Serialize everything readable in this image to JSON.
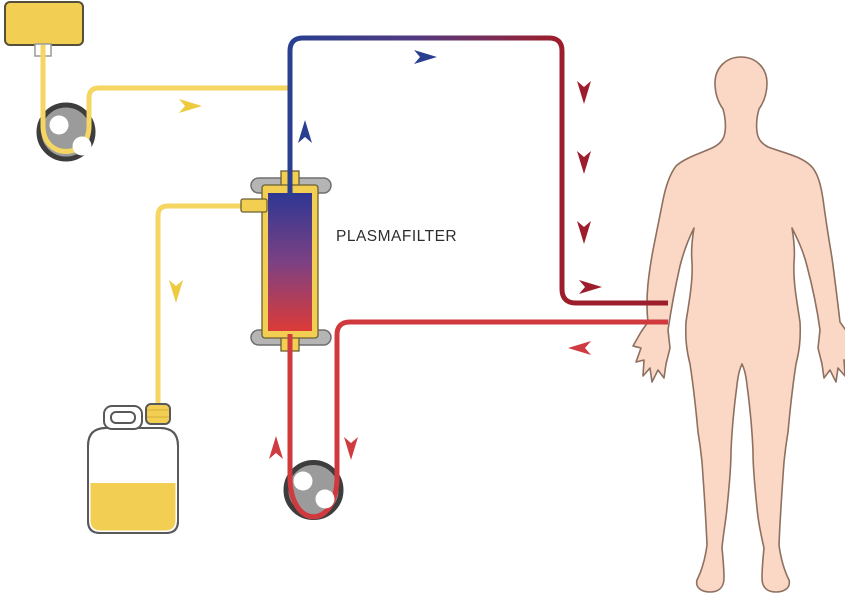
{
  "filter": {
    "label": "PLASMAFILTER"
  },
  "components": {
    "plasma_supply_bag": "plasma replacement bag (yellow, top left)",
    "plasma_supply_pump": "roller pump on plasma supply line",
    "plasmafilter": "vertical filter cartridge with blue-to-red gradient",
    "waste_container": "jug half-filled with yellow plasma (bottom left)",
    "blood_pump": "roller pump on blood line from patient",
    "patient": "human body silhouette (right)"
  },
  "icons": {
    "flow_arrows": [
      {
        "name": "plasma-flow-right-arrow",
        "direction": "right",
        "color_key": "arrow-yellow"
      },
      {
        "name": "plasma-waste-down-arrow",
        "direction": "down",
        "color_key": "arrow-yellow"
      },
      {
        "name": "filtered-blood-up-arrow",
        "direction": "up",
        "color_key": "blood-blue"
      },
      {
        "name": "filtered-blood-right-arrow",
        "direction": "right",
        "color_key": "blood-blue"
      },
      {
        "name": "return-blood-down-arrow-1",
        "direction": "down",
        "color_key": "blood-dark-red"
      },
      {
        "name": "return-blood-down-arrow-2",
        "direction": "down",
        "color_key": "blood-dark-red"
      },
      {
        "name": "return-blood-down-arrow-3",
        "direction": "down",
        "color_key": "blood-dark-red"
      },
      {
        "name": "return-blood-right-arrow",
        "direction": "right",
        "color_key": "blood-dark-red"
      },
      {
        "name": "drawn-blood-left-arrow",
        "direction": "left",
        "color_key": "arrow-red"
      },
      {
        "name": "drawn-blood-down-arrow",
        "direction": "down",
        "color_key": "arrow-red"
      },
      {
        "name": "drawn-blood-up-arrow",
        "direction": "up",
        "color_key": "arrow-red"
      }
    ]
  },
  "colors": {
    "background": "#ffffff",
    "plasma-yellow": "#F2CF53",
    "plasma-line-yellow": "#F5D662",
    "arrow-yellow": "#EECA3F",
    "bag-outline": "#55503C",
    "blood-blue": "#2A3F8F",
    "blood-dark-red": "#9C1E2C",
    "blood-red": "#D0393E",
    "arrow-red": "#CE3B40",
    "filter-top": "#2E3793",
    "filter-mid": "#7C4183",
    "filter-bottom": "#DC3B38",
    "casing-outline": "#6B5F33",
    "cap-gray": "#B5B5B5",
    "cap-outline": "#6F6F6F",
    "pump-face": "#9B9B9B",
    "pump-ring": "#3D3D3D",
    "jug-outline": "#58595B",
    "skin": "#FAD8C5",
    "skin-outline": "#8E7060",
    "label-color": "#2E2E2E"
  }
}
